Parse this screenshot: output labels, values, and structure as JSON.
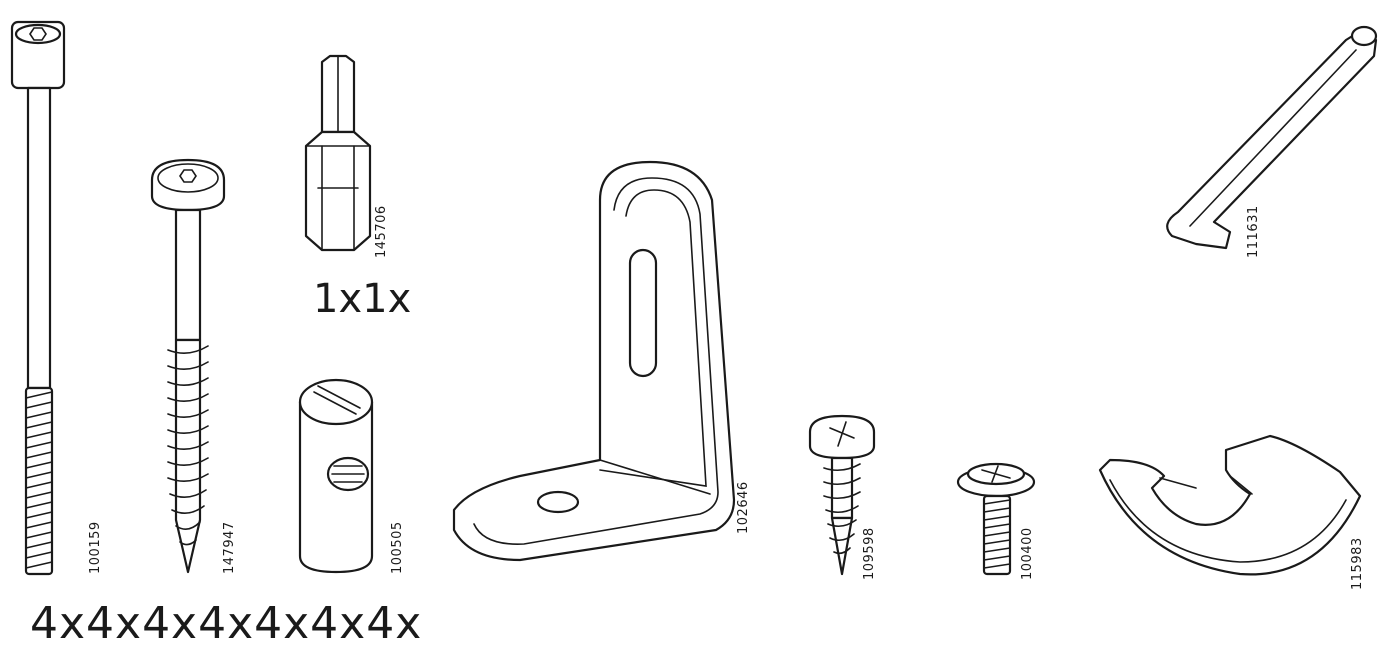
{
  "quantities": {
    "hardware_row": "4x4x4x4x4x4x4x",
    "bit_quantity": "1x1x"
  },
  "part_numbers": {
    "long_bolt": "100159",
    "wood_screw": "147947",
    "hex_bit": "145706",
    "barrel_nut": "100505",
    "angle_bracket": "102646",
    "phillips_screw": "109598",
    "machine_screw": "100400",
    "allen_key": "111631",
    "cable_clip": "115983"
  }
}
